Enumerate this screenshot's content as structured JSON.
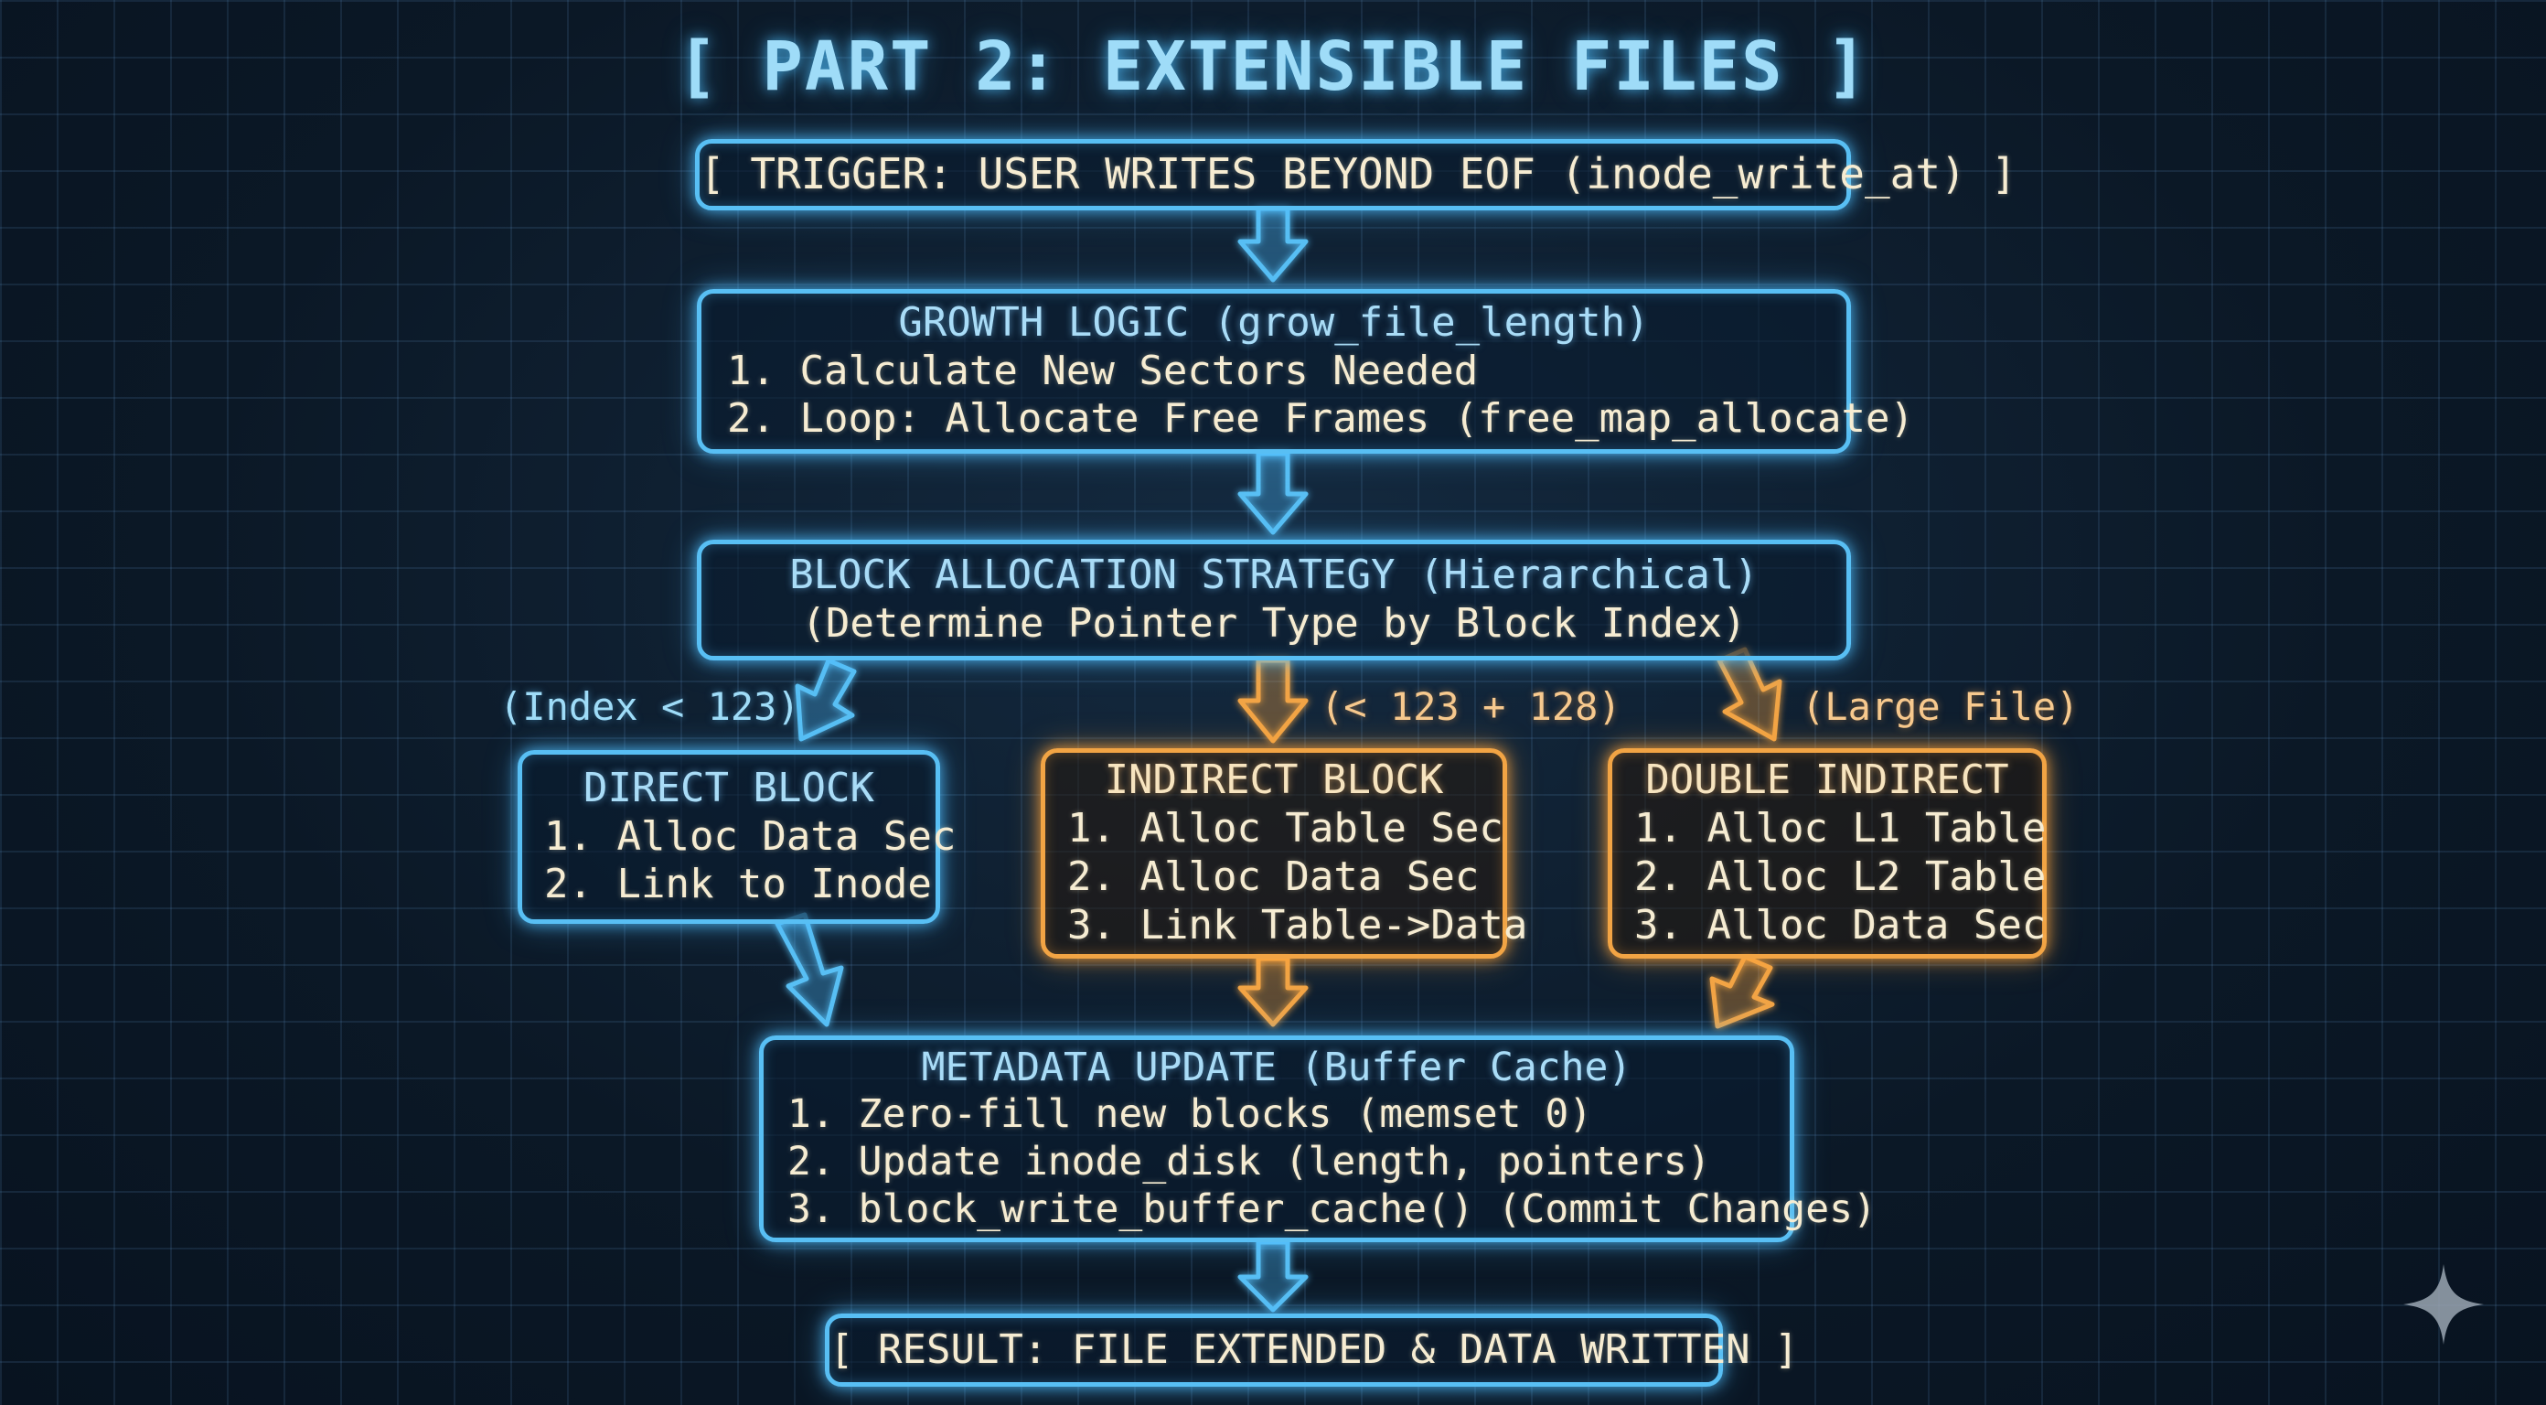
{
  "title": "[ PART 2: EXTENSIBLE FILES ]",
  "colors": {
    "blue": "#58bff4",
    "orange": "#f2a444",
    "background": "#0b1826"
  },
  "boxes": {
    "trigger": {
      "text": "[ TRIGGER: USER WRITES BEYOND EOF (inode_write_at) ]"
    },
    "growth": {
      "heading": "GROWTH LOGIC (grow_file_length)",
      "items": [
        "1. Calculate New Sectors Needed",
        "2. Loop: Allocate Free Frames (free_map_allocate)"
      ]
    },
    "strategy": {
      "heading": "BLOCK ALLOCATION STRATEGY (Hierarchical)",
      "subheading": "(Determine Pointer Type by Block Index)"
    },
    "direct": {
      "heading": "DIRECT BLOCK",
      "items": [
        "1. Alloc Data Sec",
        "2. Link to Inode"
      ]
    },
    "indirect": {
      "heading": "INDIRECT BLOCK",
      "items": [
        "1. Alloc Table Sec",
        "2. Alloc Data Sec",
        "3. Link Table->Data"
      ]
    },
    "double_indirect": {
      "heading": "DOUBLE INDIRECT",
      "items": [
        "1. Alloc L1 Table",
        "2. Alloc L2 Table",
        "3. Alloc Data Sec"
      ]
    },
    "metadata": {
      "heading": "METADATA UPDATE (Buffer Cache)",
      "items": [
        "1. Zero-fill new blocks (memset 0)",
        "2. Update inode_disk (length, pointers)",
        "3. block_write_buffer_cache() (Commit Changes)"
      ]
    },
    "result": {
      "text": "[ RESULT: FILE EXTENDED & DATA WRITTEN ]"
    }
  },
  "branch_labels": {
    "direct": "(Index < 123)",
    "indirect": "(< 123 + 128)",
    "double": "(Large File)"
  },
  "icons": {
    "corner": "sparkle-icon"
  }
}
